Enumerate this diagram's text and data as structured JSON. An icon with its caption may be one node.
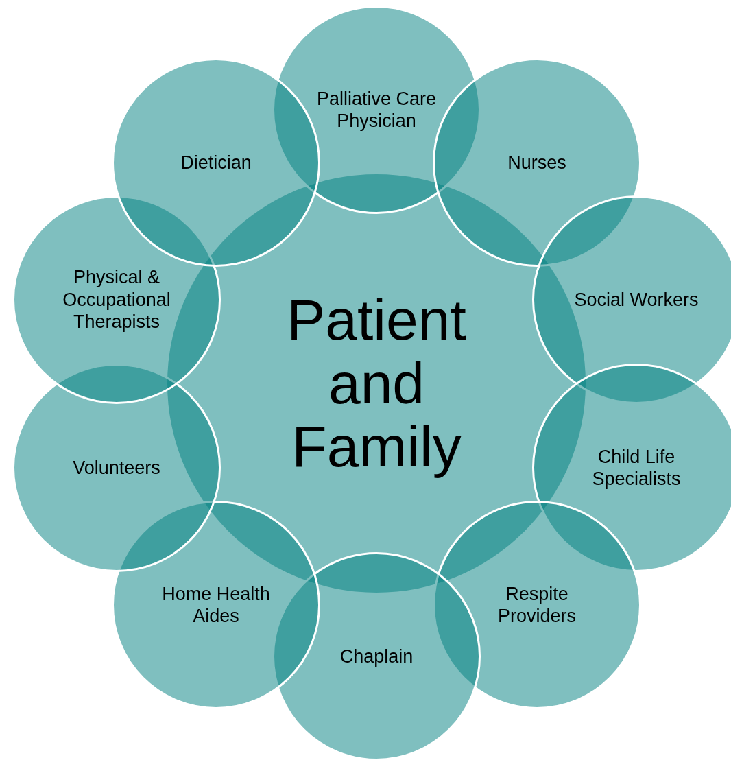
{
  "diagram": {
    "nodes": [
      {
        "text": [
          "Patient and Family"
        ]
      },
      {
        "text": [
          "Palliative Care Physician"
        ]
      },
      {
        "text": [
          "Nurses"
        ]
      },
      {
        "text": [
          "Social Workers"
        ]
      },
      {
        "text": [
          "Child Life Specialists"
        ]
      },
      {
        "text": [
          "Respite Providers"
        ]
      },
      {
        "text": [
          "Chaplain"
        ]
      },
      {
        "text": [
          "Home Health Aides"
        ]
      },
      {
        "text": [
          "Volunteers"
        ]
      },
      {
        "text": [
          "Physical & Occupational Therapists"
        ]
      },
      {
        "text": [
          "Dietician"
        ]
      }
    ]
  }
}
